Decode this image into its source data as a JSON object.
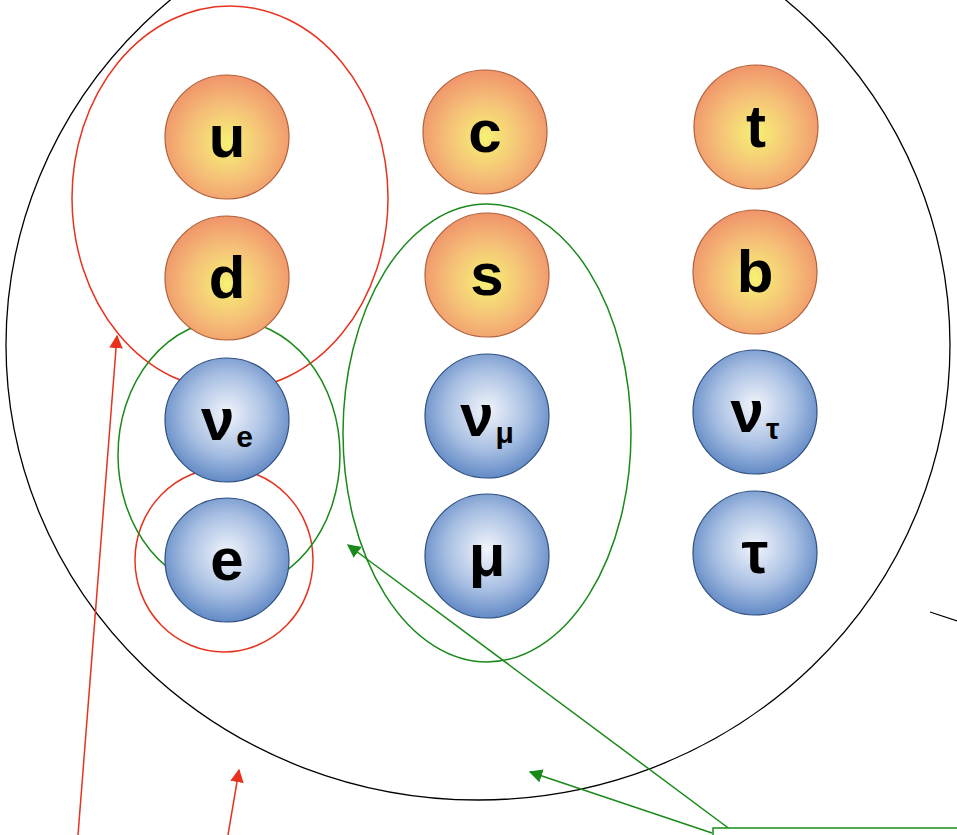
{
  "diagram": {
    "nodes": [
      {
        "text": [
          "u"
        ]
      },
      {
        "text": [
          "c"
        ]
      },
      {
        "text": [
          "t"
        ]
      },
      {
        "text": [
          "d"
        ]
      },
      {
        "text": [
          "s"
        ]
      },
      {
        "text": [
          "b"
        ]
      },
      {
        "text": [
          "ν",
          "e"
        ]
      },
      {
        "text": [
          "ν",
          "μ"
        ]
      },
      {
        "text": [
          "ν",
          "τ"
        ]
      },
      {
        "text": [
          "e"
        ]
      },
      {
        "text": [
          "μ"
        ]
      },
      {
        "text": [
          "τ"
        ]
      }
    ]
  }
}
